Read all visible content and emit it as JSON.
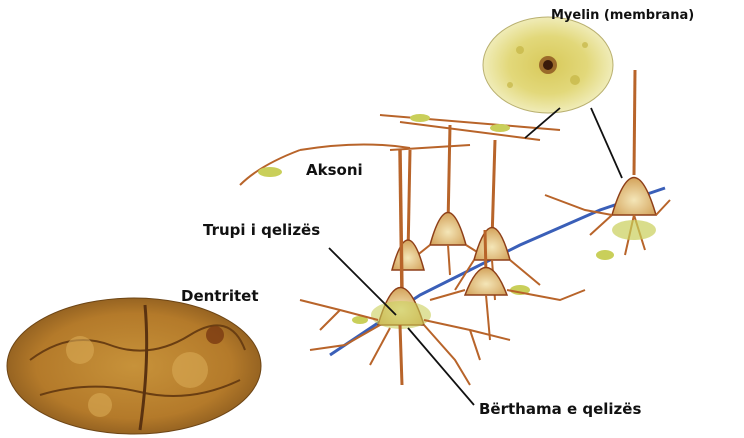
{
  "labels": {
    "myelin": "Myelin (membrana)",
    "aksoni": "Aksoni",
    "trupi": "Trupi i qelizës",
    "dentritet": "Dentritet",
    "berthama": "Bërthama e qelizës"
  },
  "colors": {
    "background": "#ffffff",
    "neuron": "#b8642a",
    "neuron_dark": "#8e3f18",
    "myelin_green": "#c9cf5a",
    "axon_blue": "#3a5fb8",
    "tissue": "#c89a3a",
    "label": "#111111"
  }
}
